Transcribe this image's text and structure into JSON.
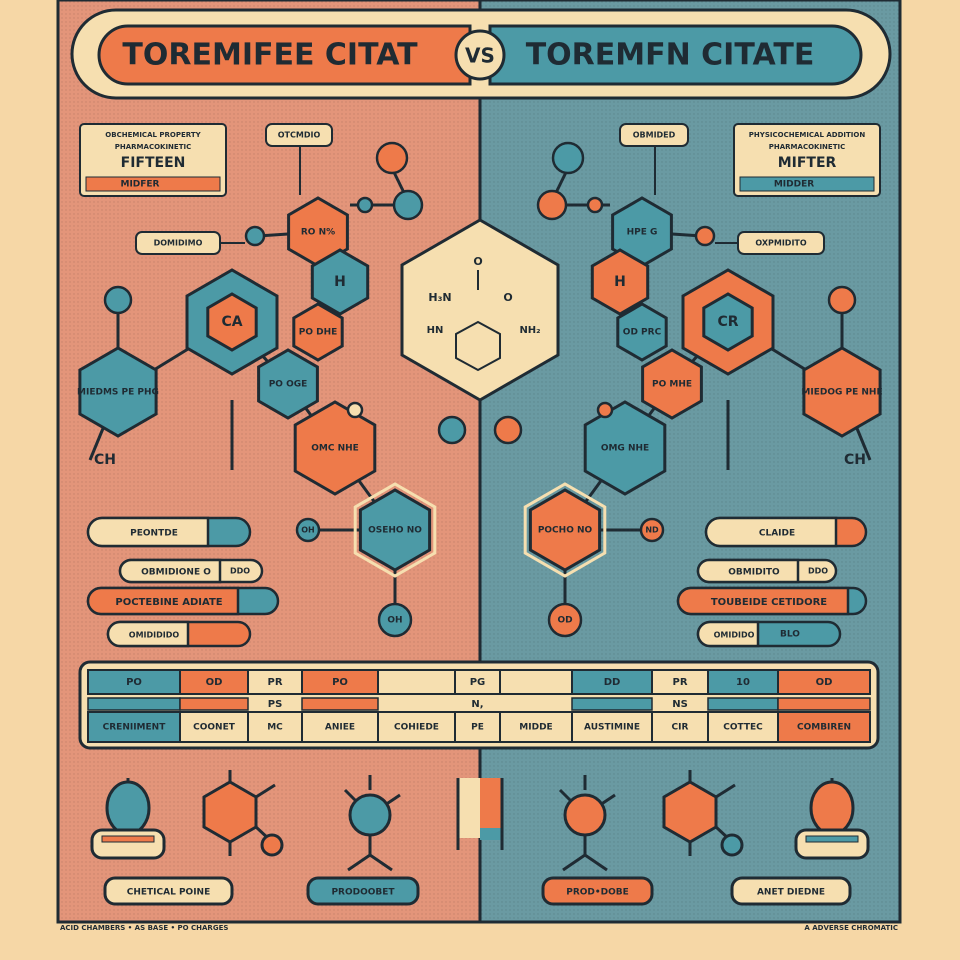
{
  "colors": {
    "cream": "#f6dfb0",
    "orange": "#ee7a4a",
    "teal": "#4c9aa6",
    "left_bg": "#e3957a",
    "right_bg": "#6a9aa2",
    "ink": "#1f2b33"
  },
  "header": {
    "left_title": "TOREMIFEE CITAT",
    "vs": "VS",
    "right_title": "TOREMFN CITATE"
  },
  "left_info": {
    "line1": "OBCHEMICAL PROPERTY",
    "line2": "PHARMACOKINETIC",
    "big": "FIFTEEN",
    "bar": "MIDFER"
  },
  "right_info": {
    "line1": "PHYSICOCHEMICAL ADDITION",
    "line2": "PHARMACOKINETIC",
    "big": "MIFTER",
    "bar": "MIDDER"
  },
  "callouts": {
    "top_left": "OTCMDIO",
    "top_right": "OBMIDED",
    "mid_left": "DOMIDIMO",
    "mid_right": "OXPMIDITO"
  },
  "center": {
    "n": "H₃N",
    "o": "O",
    "nh": "HN",
    "nh2": "NH₂"
  },
  "left_hex": {
    "a": "RO N%",
    "b": "H",
    "c": "CA",
    "d": "MIEDMS PE PHG",
    "e": "PO DHE",
    "f": "PO OGE",
    "g": "OMC NHE",
    "h": "OSEHO NO",
    "oh": "OH",
    "h2": "OH",
    "ch": "CH"
  },
  "right_hex": {
    "a": "HPE G",
    "b": "H",
    "c": "CR",
    "d": "MIEDOG PE NHE",
    "e": "OD PRC",
    "f": "PO MHE",
    "g": "OMG NHE",
    "h": "POCHO NO",
    "oh": "OD",
    "h2": "ND",
    "ch": "CH"
  },
  "left_pills": [
    "PEONTDE",
    "OBMIDIONE O",
    "DDO",
    "POCTEBINE ADIATE",
    "OMIDIDIDO"
  ],
  "right_pills": [
    "CLAIDE",
    "OBMIDITO",
    "DDO",
    "TOUBEIDE CETIDORE",
    "OMIDIDO",
    "BLO"
  ],
  "table": {
    "top": [
      "PO",
      "OD",
      "PR",
      "PO",
      "",
      "PG",
      "",
      "DD",
      "PR",
      "10",
      "OD"
    ],
    "middle": [
      "",
      "",
      "PS",
      "",
      "",
      "N,",
      "",
      "",
      "NS",
      "",
      ""
    ],
    "bottom": [
      "CRENIIMENT",
      "COONET",
      "MC",
      "ANIEE",
      "COHIEDE",
      "PE",
      "MIDDE",
      "AUSTIMINE",
      "CIR",
      "COTTEC",
      "COMBIREN"
    ]
  },
  "bottom_labels": [
    "CHETICAL POINE",
    "PRODOOBET",
    "PROD•DOBE",
    "ANET DIEDNE"
  ],
  "footer": {
    "left": "ACID CHAMBERS • AS BASE • PO CHARGES",
    "right": "A ADVERSE CHROMATIC"
  }
}
